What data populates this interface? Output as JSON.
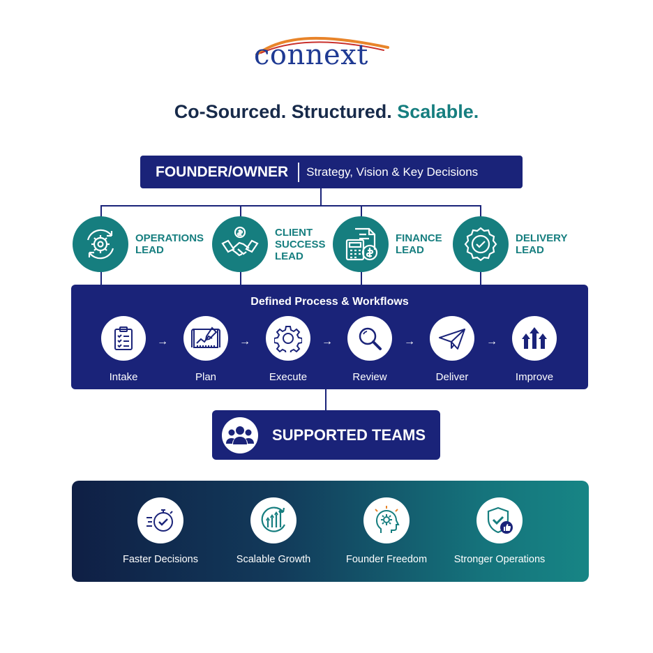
{
  "brand": {
    "logo_text": "connext"
  },
  "tagline": {
    "part1": "Co-Sourced. Structured.",
    "part2": "Scalable."
  },
  "founder": {
    "title": "FOUNDER/OWNER",
    "subtitle": "Strategy, Vision & Key Decisions"
  },
  "leads": [
    {
      "label": "OPERATIONS\nLEAD",
      "icon": "gear-cycle-icon"
    },
    {
      "label": "CLIENT\nSUCCESS\nLEAD",
      "icon": "handshake-icon"
    },
    {
      "label": "FINANCE\nLEAD",
      "icon": "calculator-coin-icon"
    },
    {
      "label": "DELIVERY\nLEAD",
      "icon": "check-badge-icon"
    }
  ],
  "process": {
    "title": "Defined Process & Workflows",
    "arrow": "→",
    "steps": [
      {
        "label": "Intake",
        "icon": "clipboard-icon"
      },
      {
        "label": "Plan",
        "icon": "blueprint-icon"
      },
      {
        "label": "Execute",
        "icon": "gear-icon"
      },
      {
        "label": "Review",
        "icon": "magnifier-icon"
      },
      {
        "label": "Deliver",
        "icon": "paper-plane-icon"
      },
      {
        "label": "Improve",
        "icon": "arrows-up-icon"
      }
    ]
  },
  "teams": {
    "label": "SUPPORTED TEAMS",
    "icon": "people-icon"
  },
  "outcomes": [
    {
      "label": "Faster Decisions",
      "icon": "stopwatch-check-icon"
    },
    {
      "label": "Scalable Growth",
      "icon": "growth-bars-icon"
    },
    {
      "label": "Founder Freedom",
      "icon": "head-gear-icon"
    },
    {
      "label": "Stronger Operations",
      "icon": "shield-thumb-icon"
    }
  ],
  "colors": {
    "navy": "#1a2379",
    "teal": "#167e7f",
    "dark_text": "#172a4a",
    "logo_orange": "#e8842a"
  }
}
